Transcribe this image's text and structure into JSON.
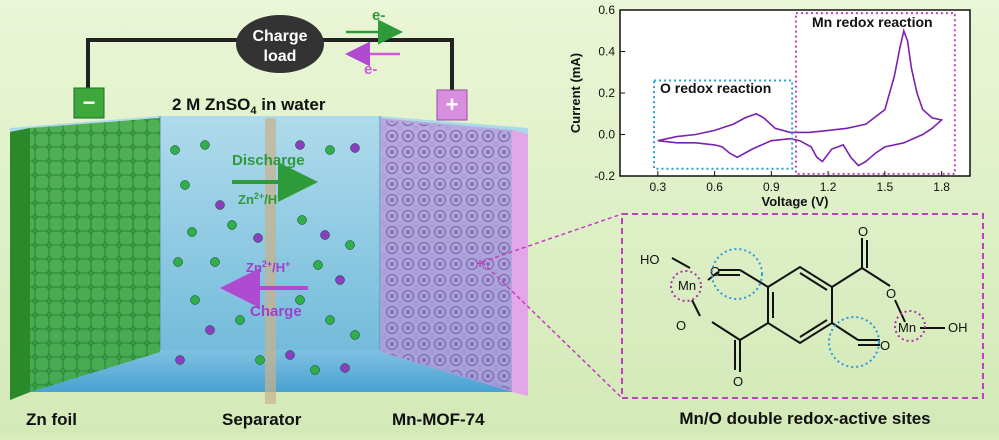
{
  "battery": {
    "load_label_line1": "Charge",
    "load_label_line2": "load",
    "electron_out": "e-",
    "electron_in": "e-",
    "electrolyte": "2 M ZnSO",
    "electrolyte_sub": "4",
    "electrolyte_tail": " in water",
    "discharge_label": "Discharge",
    "discharge_ion_main": "Zn",
    "discharge_ion_sup": "2+",
    "discharge_ion_tail": "/H",
    "discharge_ion_sup2": "+",
    "charge_label": "Charge",
    "charge_ion_main": "Zn",
    "charge_ion_sup": "2+",
    "charge_ion_tail": "/H",
    "charge_ion_sup2": "+",
    "anode_label": "Zn foil",
    "separator_label": "Separator",
    "cathode_label": "Mn-MOF-74",
    "negative_terminal": "−",
    "positive_terminal": "+",
    "colors": {
      "anode": "#3fa83a",
      "cathode": "#d98fe0",
      "electrolyte": "#7ec6e6",
      "zn_ion": "#2fae4a",
      "h_ion": "#8a3fc2",
      "discharge": "#2e9a3a",
      "charge": "#a040c8"
    }
  },
  "cv_chart": {
    "title_mn": "Mn redox reaction",
    "title_o": "O redox reaction",
    "xlabel": "Voltage (V)",
    "ylabel": "Current (mA)",
    "xticks": [
      "0.3",
      "0.6",
      "0.9",
      "1.2",
      "1.5",
      "1.8"
    ],
    "yticks": [
      "0.6",
      "0.4",
      "0.2",
      "0.0",
      "-0.2"
    ]
  },
  "chart_data": {
    "type": "line",
    "xlabel": "Voltage (V)",
    "ylabel": "Current (mA)",
    "xlim": [
      0.1,
      1.95
    ],
    "ylim": [
      -0.2,
      0.6
    ],
    "series": [
      {
        "color": "#7a22b0",
        "x": [
          0.3,
          0.4,
          0.5,
          0.6,
          0.7,
          0.76,
          0.82,
          0.86,
          0.92,
          1.0,
          1.1,
          1.2,
          1.3,
          1.4,
          1.5,
          1.55,
          1.58,
          1.6,
          1.62,
          1.64,
          1.67,
          1.7,
          1.75,
          1.8,
          1.75,
          1.7,
          1.6,
          1.5,
          1.45,
          1.4,
          1.36,
          1.32,
          1.28,
          1.22,
          1.17,
          1.14,
          1.11,
          1.05,
          1.0,
          0.9,
          0.8,
          0.72,
          0.68,
          0.64,
          0.6,
          0.5,
          0.4,
          0.3
        ],
        "y": [
          -0.03,
          -0.01,
          0.0,
          0.02,
          0.05,
          0.08,
          0.1,
          0.08,
          0.03,
          0.01,
          0.01,
          0.02,
          0.03,
          0.05,
          0.12,
          0.28,
          0.42,
          0.5,
          0.45,
          0.32,
          0.2,
          0.12,
          0.08,
          0.07,
          0.03,
          0.0,
          -0.04,
          -0.06,
          -0.09,
          -0.13,
          -0.15,
          -0.11,
          -0.05,
          -0.07,
          -0.13,
          -0.11,
          -0.06,
          -0.03,
          -0.02,
          -0.03,
          -0.07,
          -0.11,
          -0.09,
          -0.06,
          -0.05,
          -0.04,
          -0.04,
          -0.03
        ]
      }
    ]
  },
  "structure": {
    "title": "Mn/O double redox-active sites",
    "atom_mn_left": "Mn",
    "atom_mn_right": "Mn",
    "atom_ho_left": "HO",
    "atom_oh_right": "OH",
    "atom_o": "O"
  }
}
